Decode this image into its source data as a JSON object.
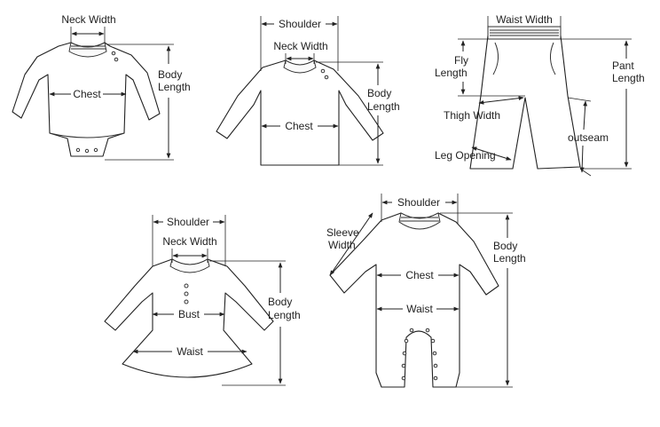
{
  "labels": {
    "bodysuit": {
      "neck_width": "Neck Width",
      "chest": "Chest",
      "body_length_1": "Body",
      "body_length_2": "Length"
    },
    "tshirt": {
      "shoulder": "Shoulder",
      "neck_width": "Neck Width",
      "chest": "Chest",
      "body_length_1": "Body",
      "body_length_2": "Length"
    },
    "pants": {
      "waist_width": "Waist Width",
      "fly_length_1": "Fly",
      "fly_length_2": "Length",
      "pant_length_1": "Pant",
      "pant_length_2": "Length",
      "thigh_width": "Thigh Width",
      "outseam": "outseam",
      "leg_opening": "Leg Opening"
    },
    "dress": {
      "shoulder": "Shoulder",
      "neck_width": "Neck Width",
      "bust": "Bust",
      "waist": "Waist",
      "body_length_1": "Body",
      "body_length_2": "Length"
    },
    "romper": {
      "shoulder": "Shoulder",
      "sleeve_width_1": "Sleeve",
      "sleeve_width_2": "Width",
      "chest": "Chest",
      "waist": "Waist",
      "body_length_1": "Body",
      "body_length_2": "Length"
    }
  }
}
